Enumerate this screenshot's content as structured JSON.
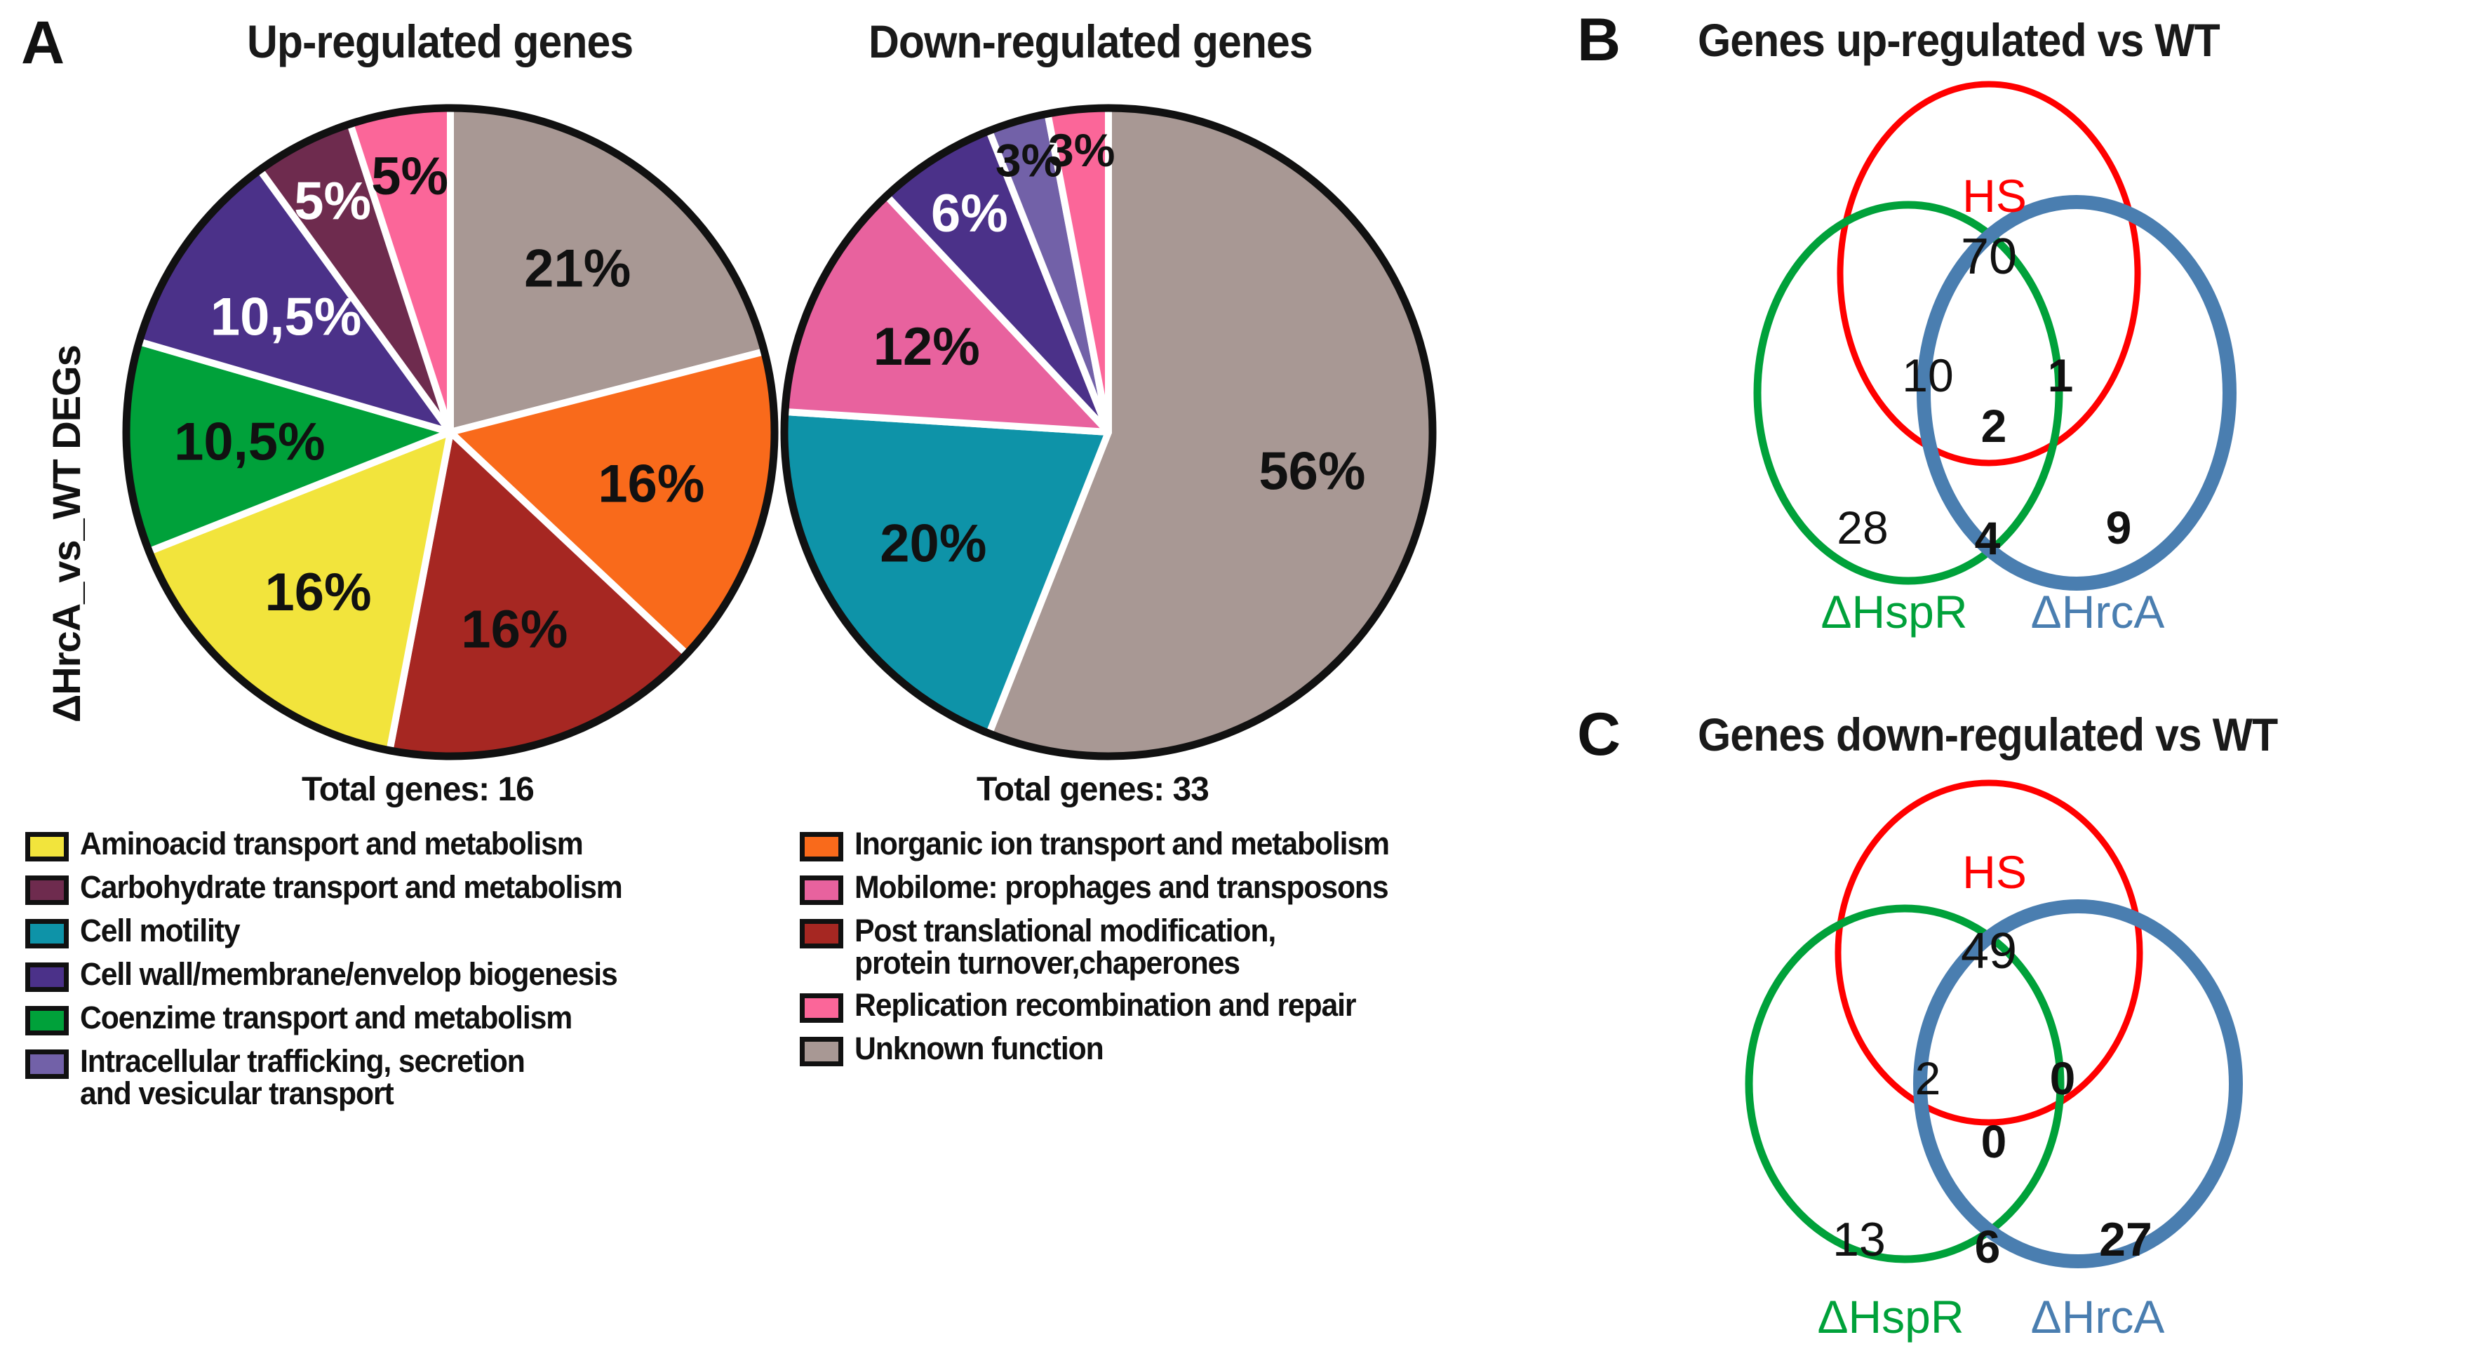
{
  "figure": {
    "panels": [
      {
        "letter": "A",
        "title_left": "Up-regulated genes",
        "title_right": "Down-regulated genes"
      },
      {
        "letter": "B",
        "title": "Genes up-regulated vs WT"
      },
      {
        "letter": "C",
        "title": "Genes down-regulated vs WT"
      }
    ],
    "y_axis_label": "ΔHrcA_vs_WT DEGs"
  },
  "colors": {
    "aminoacid": "#F2E43C",
    "carbohydrate": "#6E2B4E",
    "cell_motility": "#0E93A8",
    "cell_wall": "#4B3189",
    "coenzime": "#00A13A",
    "intracellular": "#7261A8",
    "inorganic_ion": "#F96A1B",
    "mobilome": "#E8629E",
    "post_translational": "#A62722",
    "replication": "#FB6699",
    "unknown": "#A89894",
    "hs_red": "#FF0000",
    "hspr_green": "#00A13A",
    "hrca_blue": "#4A7EB0",
    "outline": "#111111",
    "slice_gap": "#FFFFFF"
  },
  "legend": {
    "left_column": [
      {
        "label": "Aminoacid transport and metabolism",
        "color_key": "aminoacid"
      },
      {
        "label": "Carbohydrate transport and metabolism",
        "color_key": "carbohydrate"
      },
      {
        "label": "Cell motility",
        "color_key": "cell_motility"
      },
      {
        "label": "Cell wall/membrane/envelop biogenesis",
        "color_key": "cell_wall"
      },
      {
        "label": "Coenzime transport and metabolism",
        "color_key": "coenzime"
      },
      {
        "label": "Intracellular trafficking, secretion\nand vesicular transport",
        "color_key": "intracellular"
      }
    ],
    "right_column": [
      {
        "label": "Inorganic ion transport and metabolism",
        "color_key": "inorganic_ion"
      },
      {
        "label": "Mobilome: prophages and transposons",
        "color_key": "mobilome"
      },
      {
        "label": "Post translational modification,\nprotein turnover,chaperones",
        "color_key": "post_translational"
      },
      {
        "label": "Replication recombination and repair",
        "color_key": "replication"
      },
      {
        "label": "Unknown function",
        "color_key": "unknown"
      }
    ]
  },
  "chart_data": [
    {
      "type": "pie",
      "title": "Up-regulated genes",
      "total_label": "Total genes: 16",
      "total": 16,
      "categories": [
        "Unknown function",
        "Inorganic ion transport and metabolism",
        "Post translational modification, protein turnover,chaperones",
        "Aminoacid transport and metabolism",
        "Coenzime transport and metabolism",
        "Cell wall/membrane/envelop biogenesis",
        "Carbohydrate transport and metabolism",
        "Replication recombination and repair"
      ],
      "values": [
        21,
        16,
        16,
        16,
        10.5,
        10.5,
        5,
        5
      ],
      "data_labels": [
        "21%",
        "16%",
        "16%",
        "16%",
        "10,5%",
        "10,5%",
        "5%",
        "5%"
      ],
      "label_colors": [
        "#111111",
        "#111111",
        "#111111",
        "#111111",
        "#111111",
        "#FFFFFF",
        "#FFFFFF",
        "#111111"
      ],
      "colors": [
        "#A89894",
        "#F96A1B",
        "#A62722",
        "#F2E43C",
        "#00A13A",
        "#4B3189",
        "#6E2B4E",
        "#FB6699"
      ],
      "start_angle_deg": 0,
      "direction": "clockwise"
    },
    {
      "type": "pie",
      "title": "Down-regulated genes",
      "total_label": "Total genes: 33",
      "total": 33,
      "categories": [
        "Unknown function",
        "Cell motility",
        "Mobilome: prophages and transposons",
        "Cell wall/membrane/envelop biogenesis",
        "Intracellular trafficking, secretion and vesicular transport",
        "Replication recombination and repair"
      ],
      "values": [
        56,
        20,
        12,
        6,
        3,
        3
      ],
      "data_labels": [
        "56%",
        "20%",
        "12%",
        "6%",
        "3%",
        "3%"
      ],
      "label_colors": [
        "#111111",
        "#111111",
        "#111111",
        "#FFFFFF",
        "#111111",
        "#111111"
      ],
      "colors": [
        "#A89894",
        "#0E93A8",
        "#E8629E",
        "#4B3189",
        "#7261A8",
        "#FB6699"
      ],
      "start_angle_deg": 0,
      "direction": "clockwise"
    },
    {
      "type": "venn",
      "panel": "B",
      "title": "Genes up-regulated vs WT",
      "sets": [
        {
          "name": "HS",
          "color": "#FF0000"
        },
        {
          "name": "ΔHspR",
          "color": "#00A13A"
        },
        {
          "name": "ΔHrcA",
          "color": "#4A7EB0"
        }
      ],
      "regions": {
        "HS_only": 70,
        "HS_HspR": 10,
        "HS_HrcA": 1,
        "HS_HspR_HrcA": 2,
        "HspR_only": 28,
        "HspR_HrcA": 4,
        "HrcA_only": 9
      }
    },
    {
      "type": "venn",
      "panel": "C",
      "title": "Genes down-regulated vs WT",
      "sets": [
        {
          "name": "HS",
          "color": "#FF0000"
        },
        {
          "name": "ΔHspR",
          "color": "#00A13A"
        },
        {
          "name": "ΔHrcA",
          "color": "#4A7EB0"
        }
      ],
      "regions": {
        "HS_only": 49,
        "HS_HspR": 2,
        "HS_HrcA": 0,
        "HS_HspR_HrcA": 0,
        "HspR_only": 13,
        "HspR_HrcA": 6,
        "HrcA_only": 27
      }
    }
  ]
}
